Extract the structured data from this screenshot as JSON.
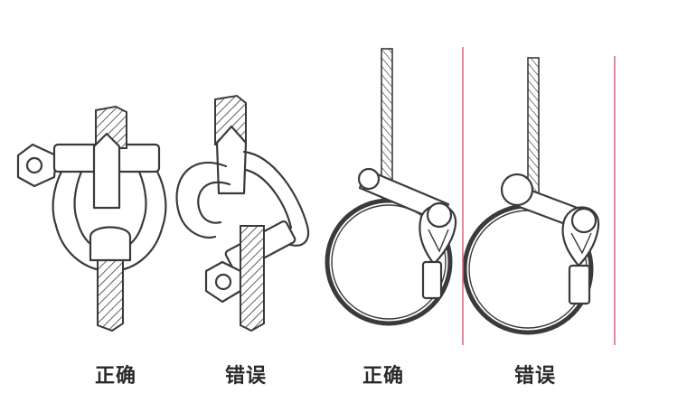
{
  "captions": {
    "shackle_correct": "正确",
    "shackle_wrong": "错误",
    "thimble_correct": "正确",
    "thimble_wrong": "错误"
  },
  "colors": {
    "line": "#3a3a3a",
    "divider": "#e0607a",
    "background": "#ffffff"
  }
}
